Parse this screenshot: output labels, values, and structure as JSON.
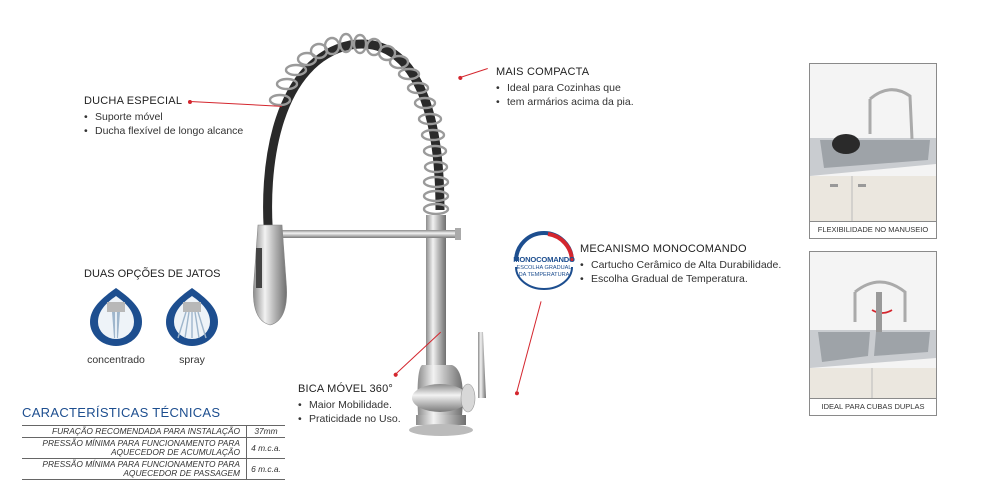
{
  "callouts": {
    "ducha": {
      "title": "DUCHA ESPECIAL",
      "items": [
        "Suporte móvel",
        "Ducha flexível de longo alcance"
      ]
    },
    "compacta": {
      "title": "MAIS COMPACTA",
      "items": [
        "Ideal para Cozinhas que",
        "tem armários acima da pia."
      ]
    },
    "mecanismo": {
      "title": "MECANISMO MONOCOMANDO",
      "items": [
        "Cartucho Cerâmico de Alta Durabilidade.",
        "Escolha Gradual de Temperatura."
      ]
    },
    "bica": {
      "title": "BICA MÓVEL 360°",
      "items": [
        "Maior Mobilidade.",
        "Praticidade no Uso."
      ]
    }
  },
  "jatos": {
    "title": "DUAS OPÇÕES DE JATOS",
    "concentrado": "concentrado",
    "spray": "spray"
  },
  "badge": {
    "line1": "MONOCOMANDO",
    "line2": "ESCOLHA GRADUAL",
    "line3": "DA TEMPERATURA"
  },
  "specs": {
    "title": "CARACTERÍSTICAS TÉCNICAS",
    "rows": [
      {
        "label": "FURAÇÃO RECOMENDADA PARA INSTALAÇÃO",
        "value": "37mm"
      },
      {
        "label": "PRESSÃO MÍNIMA PARA FUNCIONAMENTO PARA AQUECEDOR DE ACUMULAÇÃO",
        "value": "4 m.c.a."
      },
      {
        "label": "PRESSÃO MÍNIMA PARA FUNCIONAMENTO PARA AQUECEDOR DE PASSAGEM",
        "value": "6 m.c.a."
      }
    ]
  },
  "photos": {
    "top": "FLEXIBILIDADE NO MANUSEIO",
    "bottom": "IDEAL PARA CUBAS DUPLAS"
  },
  "colors": {
    "accent": "#d4262e",
    "brand_blue": "#1d4e8f",
    "chrome": "#c8c8c8"
  }
}
